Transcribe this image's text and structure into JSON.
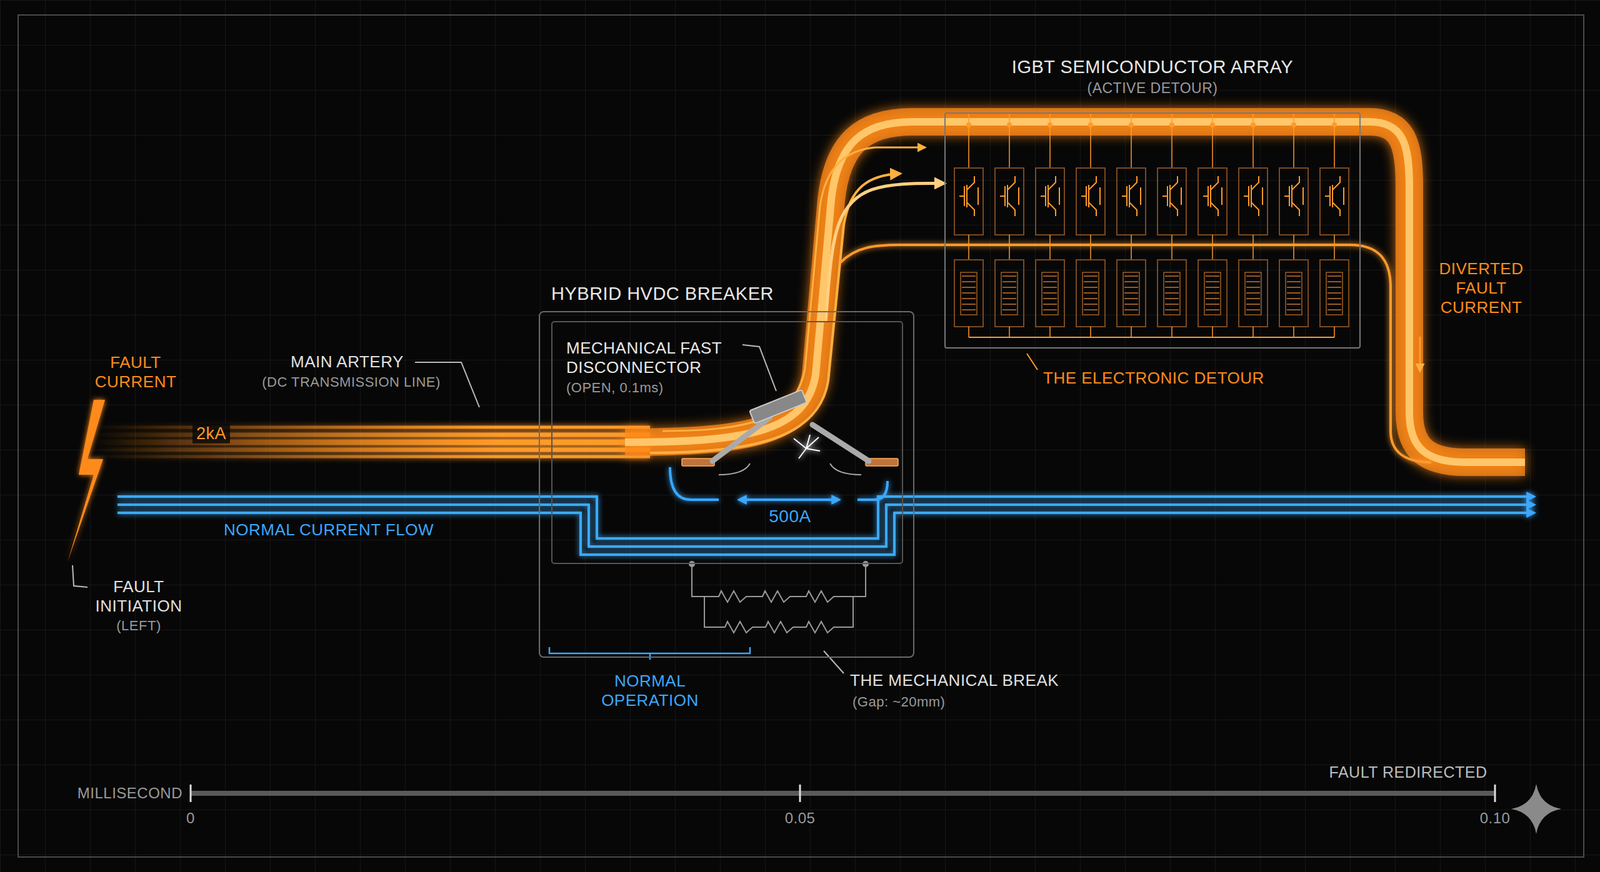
{
  "diagram": {
    "nodes": [
      {
        "text": [
          "HYBRID HVDC BREAKER"
        ]
      },
      {
        "text": [
          "MECHANICAL FAST DISCONNECTOR",
          "(OPEN, 0.1ms)"
        ],
        "in": 0
      },
      {
        "text": [
          "IGBT SEMICONDUCTOR ARRAY",
          "(ACTIVE DETOUR)"
        ]
      }
    ],
    "edges": [
      {
        "from": 1,
        "to": 2,
        "arrow": "to"
      }
    ],
    "labels": [
      "FAULT CURRENT",
      "MAIN ARTERY",
      "(DC TRANSMISSION LINE)",
      "2kA",
      "FAULT INITIATION",
      "(LEFT)",
      "NORMAL CURRENT FLOW",
      "500A",
      "NORMAL OPERATION",
      "THE MECHANICAL BREAK",
      "(Gap: ~20mm)",
      "THE ELECTRONIC DETOUR",
      "DIVERTED FAULT CURRENT",
      "MILLISECOND",
      "0",
      "0.05",
      "0.10",
      "FAULT REDIRECTED"
    ]
  }
}
